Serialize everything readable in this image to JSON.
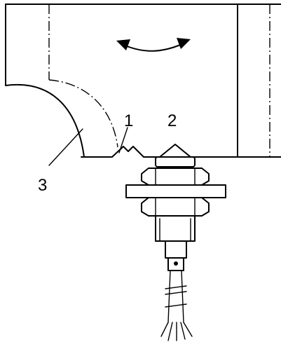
{
  "diagram": {
    "callouts": [
      {
        "id": "1",
        "text": "1"
      },
      {
        "id": "2",
        "text": "2"
      },
      {
        "id": "3",
        "text": "3"
      }
    ],
    "icons": [
      "rotation-arrow-icon"
    ]
  }
}
